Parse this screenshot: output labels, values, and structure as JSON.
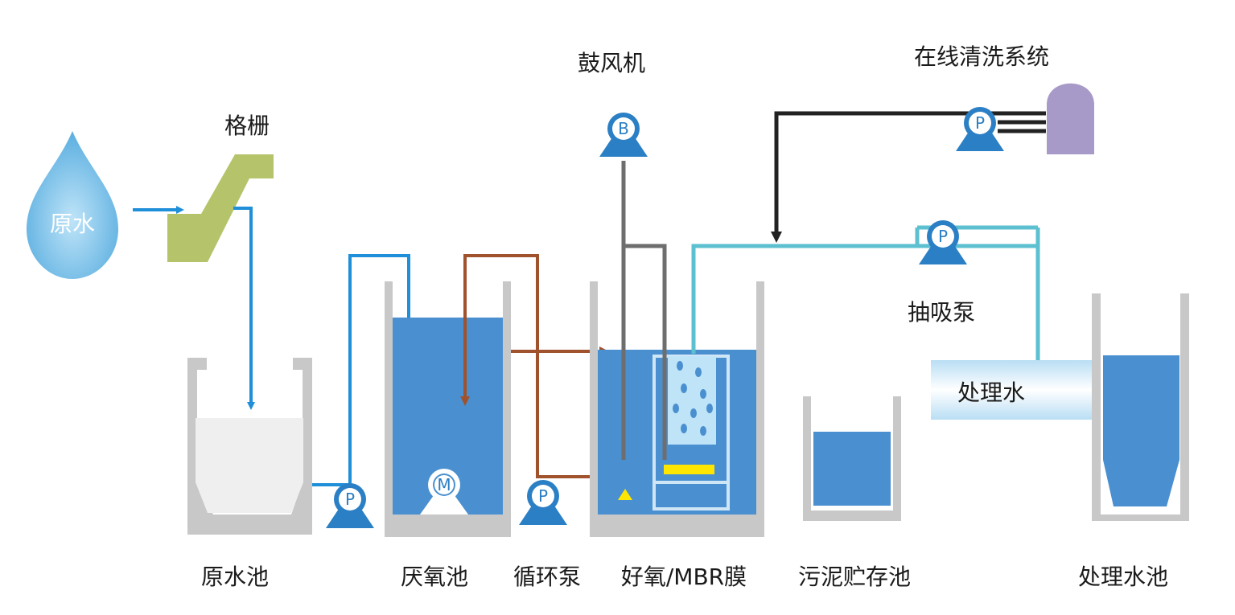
{
  "labels": {
    "raw_water_drop": "原水",
    "grid": "格栅",
    "blower": "鼓风机",
    "online_cleaning": "在线清洗系统",
    "suction_pump": "抽吸泵",
    "treated_water_band": "处理水",
    "raw_water_tank": "原水池",
    "anoxic_tank": "厌氧池",
    "circulation_pump": "循环泵",
    "aerobic_mbr": "好氧/MBR膜",
    "sludge_tank": "污泥贮存池",
    "treated_water_tank": "处理水池"
  },
  "pump_letters": {
    "pump": "P",
    "blower": "B",
    "mixer": "M"
  },
  "colors": {
    "tank_wall": "#c8c8c8",
    "water": "#4a90d0",
    "blue_line": "#1e8fd8",
    "brown_line": "#a0522d",
    "gray_line": "#6e6e6e",
    "black_line": "#222222",
    "cyan_line": "#5cc0d0",
    "grid_green": "#b5c46a",
    "cleaning_tank": "#a89ac8",
    "pump_blue": "#2b7fc4",
    "diffuser_yellow": "#ffe600"
  }
}
